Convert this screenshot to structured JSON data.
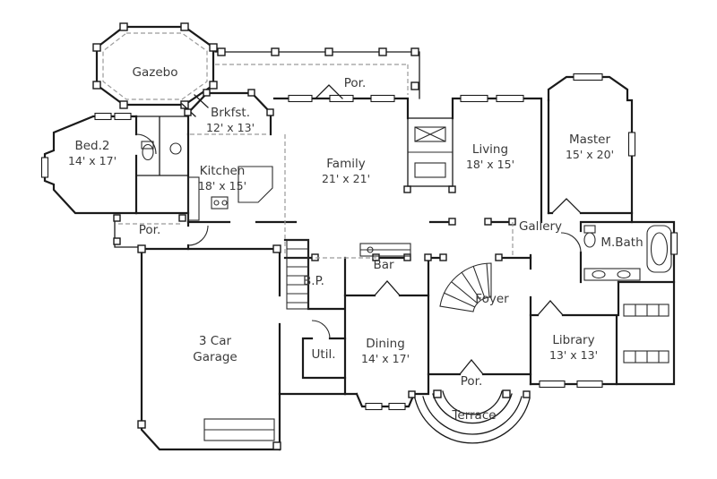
{
  "plan": {
    "labels": {
      "gazebo": {
        "name": "Gazebo"
      },
      "porch_top": {
        "name": "Por."
      },
      "bed2": {
        "name": "Bed.2",
        "dims": "14' x 17'"
      },
      "brkfst": {
        "name": "Brkfst.",
        "dims": "12' x 13'"
      },
      "kitchen": {
        "name": "Kitchen",
        "dims": "18' x 15'"
      },
      "family": {
        "name": "Family",
        "dims": "21' x 21'"
      },
      "living": {
        "name": "Living",
        "dims": "18' x 15'"
      },
      "master": {
        "name": "Master",
        "dims": "15' x 20'"
      },
      "porch_left": {
        "name": "Por."
      },
      "gallery": {
        "name": "Gallery"
      },
      "mbath": {
        "name": "M.Bath"
      },
      "bp": {
        "name": "B.P."
      },
      "bar": {
        "name": "Bar"
      },
      "foyer": {
        "name": "Foyer"
      },
      "garage": {
        "line1": "3 Car",
        "line2": "Garage"
      },
      "util": {
        "name": "Util."
      },
      "dining": {
        "name": "Dining",
        "dims": "14' x 17'"
      },
      "library": {
        "name": "Library",
        "dims": "13' x 13'"
      },
      "porch_bottom": {
        "name": "Por."
      },
      "terrace": {
        "name": "Terrace"
      }
    },
    "colors": {
      "wall": "#1a1a1a",
      "text": "#3a3a3a",
      "dashed_line": "#9a9a9a",
      "background": "#ffffff"
    }
  }
}
